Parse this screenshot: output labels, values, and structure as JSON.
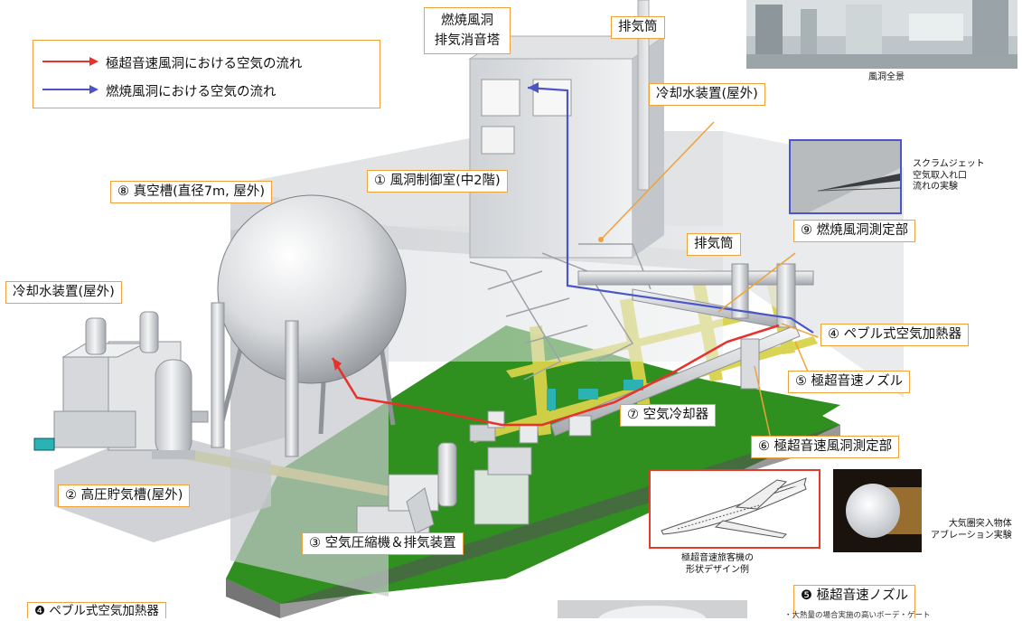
{
  "legend": {
    "red": "極超音速風洞における空気の流れ",
    "blue": "燃焼風洞における空気の流れ",
    "red_color": "#e8312a",
    "blue_color": "#4a56c8"
  },
  "labels": {
    "silencer_line1": "燃焼風洞",
    "silencer_line2": "排気消音塔",
    "exhaust_top": "排気筒",
    "cooling_outdoor_right": "冷却水装置(屋外)",
    "control_room": "① 風洞制御室(中2階)",
    "vacuum_tank": "⑧ 真空槽(直径7m, 屋外)",
    "exhaust_mid": "排気筒",
    "combustion_test": "⑨ 燃焼風洞測定部",
    "cooling_outdoor_left": "冷却水装置(屋外)",
    "pebble_heater": "④ ペブル式空気加熱器",
    "hypersonic_nozzle": "⑤ 極超音速ノズル",
    "air_cooler": "⑦ 空気冷却器",
    "hypersonic_test": "⑥ 極超音速風洞測定部",
    "hp_tank": "② 高圧貯気槽(屋外)",
    "compressor": "③ 空気圧縮機＆排気装置",
    "bottom_left_title": "❹ ペブル式空気加熱器",
    "bottom_right_title": "❺ 極超音速ノズル"
  },
  "captions": {
    "panorama": "風洞全景",
    "scramjet_1": "スクラムジェット",
    "scramjet_2": "空気取入れ口",
    "scramjet_3": "流れの実験",
    "airliner_1": "極超音速旅客機の",
    "airliner_2": "形状デザイン例",
    "reentry_1": "大気圏突入物体",
    "reentry_2": "アブレーション実験",
    "nozzle_note": "・大熱量の場合実施の高いボーデ・ゲート"
  },
  "colors": {
    "label_border": "#f0a23a",
    "floor_green": "#2f8f1f",
    "floor_yellow": "#d8d24a",
    "building_gray": "#c9ccd0",
    "airliner_frame": "#e53a2a",
    "scramjet_frame": "#4a56c8"
  }
}
